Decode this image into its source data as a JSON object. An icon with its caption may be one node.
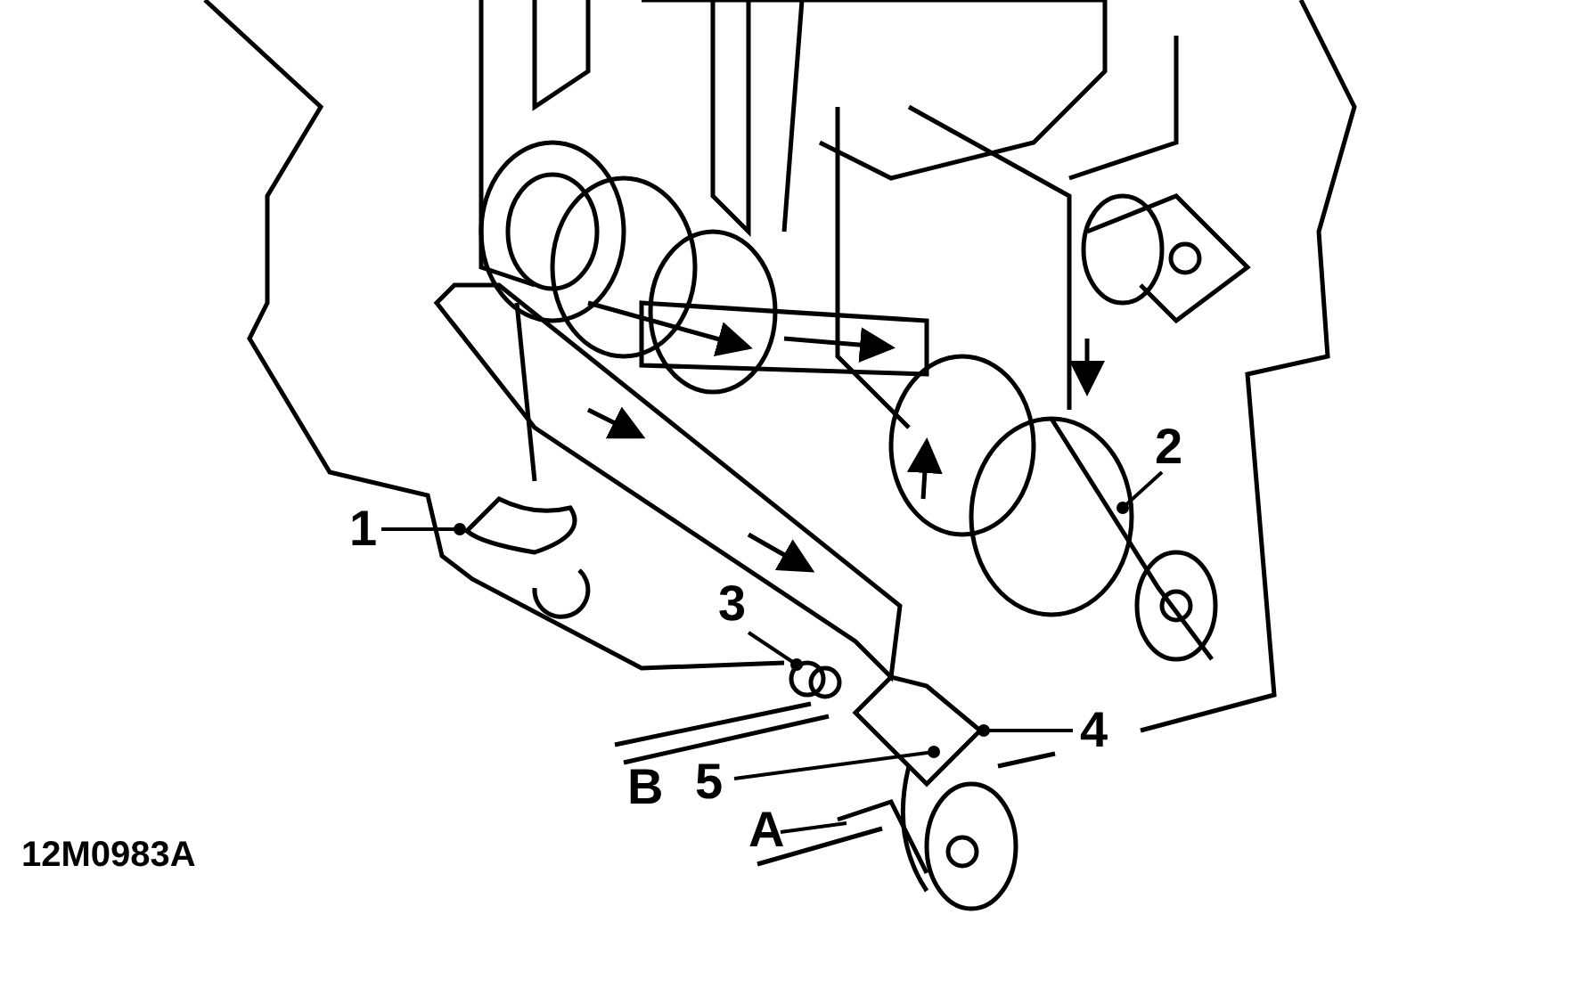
{
  "diagram": {
    "nodes": [
      {
        "text": [
          "1"
        ]
      },
      {
        "text": [
          "2"
        ]
      },
      {
        "text": [
          "3"
        ]
      },
      {
        "text": [
          "4"
        ]
      },
      {
        "text": [
          "5"
        ]
      },
      {
        "text": [
          "A"
        ]
      }
    ],
    "edges": [
      {
        "from": 0,
        "to": null,
        "arrow": "other"
      },
      {
        "from": 1,
        "to": null,
        "arrow": "other"
      },
      {
        "from": 2,
        "to": null,
        "arrow": "other"
      },
      {
        "from": 3,
        "to": null,
        "arrow": "other"
      },
      {
        "from": 4,
        "to": null,
        "arrow": "other"
      },
      {
        "from": 5,
        "to": null,
        "arrow": "none"
      }
    ],
    "labels": [
      "B",
      "12M0983A"
    ]
  }
}
